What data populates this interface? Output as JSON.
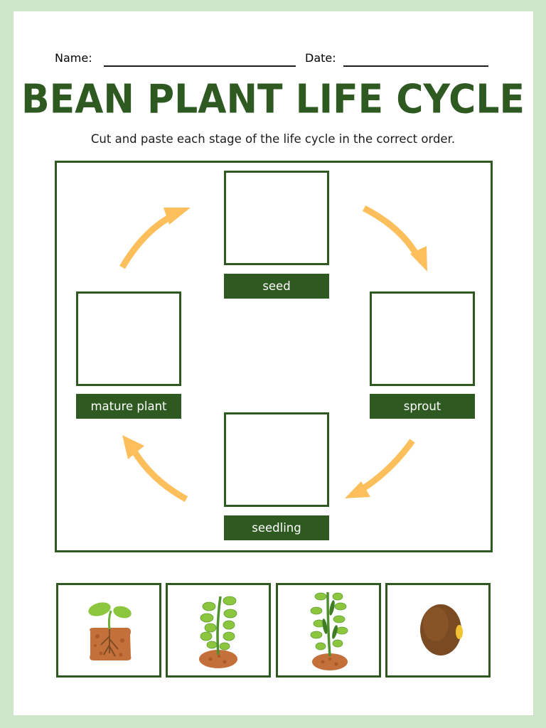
{
  "header": {
    "name_label": "Name:",
    "date_label": "Date:"
  },
  "title": "BEAN PLANT LIFE CYCLE",
  "subtitle": "Cut and paste each stage of the life cycle in the correct order.",
  "stages": {
    "top": "seed",
    "right": "sprout",
    "bottom": "seedling",
    "left": "mature plant"
  },
  "colors": {
    "frame_green": "#2e5a22",
    "arrow_orange": "#fdbf5b",
    "page_border": "#cfe5c9"
  },
  "cut_out_cards": [
    {
      "picture": "sprout-icon"
    },
    {
      "picture": "seedling-icon"
    },
    {
      "picture": "mature-plant-icon"
    },
    {
      "picture": "seed-icon"
    }
  ]
}
